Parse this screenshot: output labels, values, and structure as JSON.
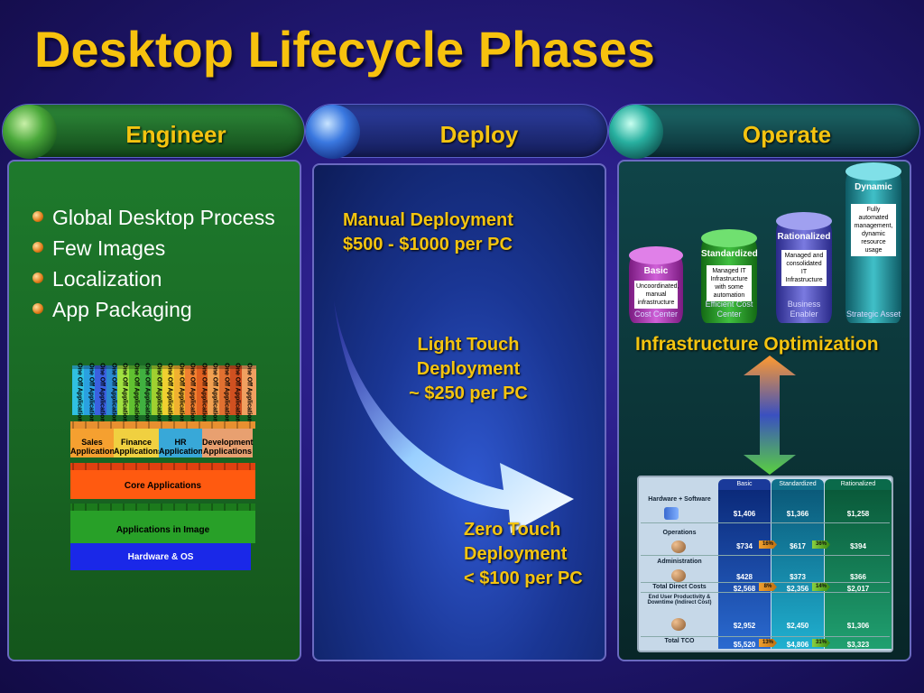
{
  "title": "Desktop Lifecycle Phases",
  "phases": {
    "engineer": "Engineer",
    "deploy": "Deploy",
    "operate": "Operate"
  },
  "engineer": {
    "bullets": [
      "Global Desktop Process",
      "Few Images",
      "Localization",
      "App Packaging"
    ],
    "stack": {
      "one_off": "One Off Application",
      "sales": "Sales Applications",
      "finance": "Finance Applications",
      "hr": "HR Applications",
      "development": "Development Applications",
      "core": "Core Applications",
      "in_image": "Applications in Image",
      "hardware": "Hardware & OS"
    }
  },
  "deploy": {
    "manual_title": "Manual Deployment",
    "manual_cost": "$500 - $1000 per PC",
    "light_1": "Light Touch",
    "light_2": "Deployment",
    "light_cost": "~ $250 per PC",
    "zero_1": "Zero Touch",
    "zero_2": "Deployment",
    "zero_cost": "< $100 per PC"
  },
  "operate": {
    "levels": [
      {
        "name": "Basic",
        "desc": "Uncoordinated, manual infrastructure",
        "footer": "Cost Center",
        "color": "#c03cc0"
      },
      {
        "name": "Standardized",
        "desc": "Managed IT Infrastructure with some automation",
        "footer": "Efficient Cost Center",
        "color": "#2ca02c"
      },
      {
        "name": "Rationalized",
        "desc": "Managed and consolidated IT Infrastructure",
        "footer": "Business Enabler",
        "color": "#5a5ad0"
      },
      {
        "name": "Dynamic",
        "desc": "Fully automated management, dynamic resource usage",
        "footer": "Strategic Asset",
        "color": "#2aa6b0"
      }
    ],
    "infra_label": "Infrastructure Optimization",
    "table": {
      "col_headers": [
        "Basic",
        "Standardized",
        "Rationalized"
      ],
      "row_labels": [
        "Hardware + Software",
        "Operations",
        "Administration",
        "Total Direct Costs",
        "End User Productivity & Downtime (Indirect Cost)",
        "Total TCO"
      ],
      "rows": [
        {
          "values": [
            "$1,406",
            "$1,366",
            "$1,258"
          ],
          "pcts": []
        },
        {
          "values": [
            "$734",
            "$617",
            "$394"
          ],
          "pcts": [
            "16%",
            "36%"
          ]
        },
        {
          "values": [
            "$428",
            "$373",
            "$366"
          ],
          "pcts": []
        },
        {
          "values": [
            "$2,568",
            "$2,356",
            "$2,017"
          ],
          "pcts": [
            "8%",
            "14%"
          ]
        },
        {
          "values": [
            "$2,952",
            "$2,450",
            "$1,306"
          ],
          "pcts": []
        },
        {
          "values": [
            "$5,520",
            "$4,806",
            "$3,323"
          ],
          "pcts": [
            "13%",
            "31%"
          ]
        }
      ]
    }
  }
}
